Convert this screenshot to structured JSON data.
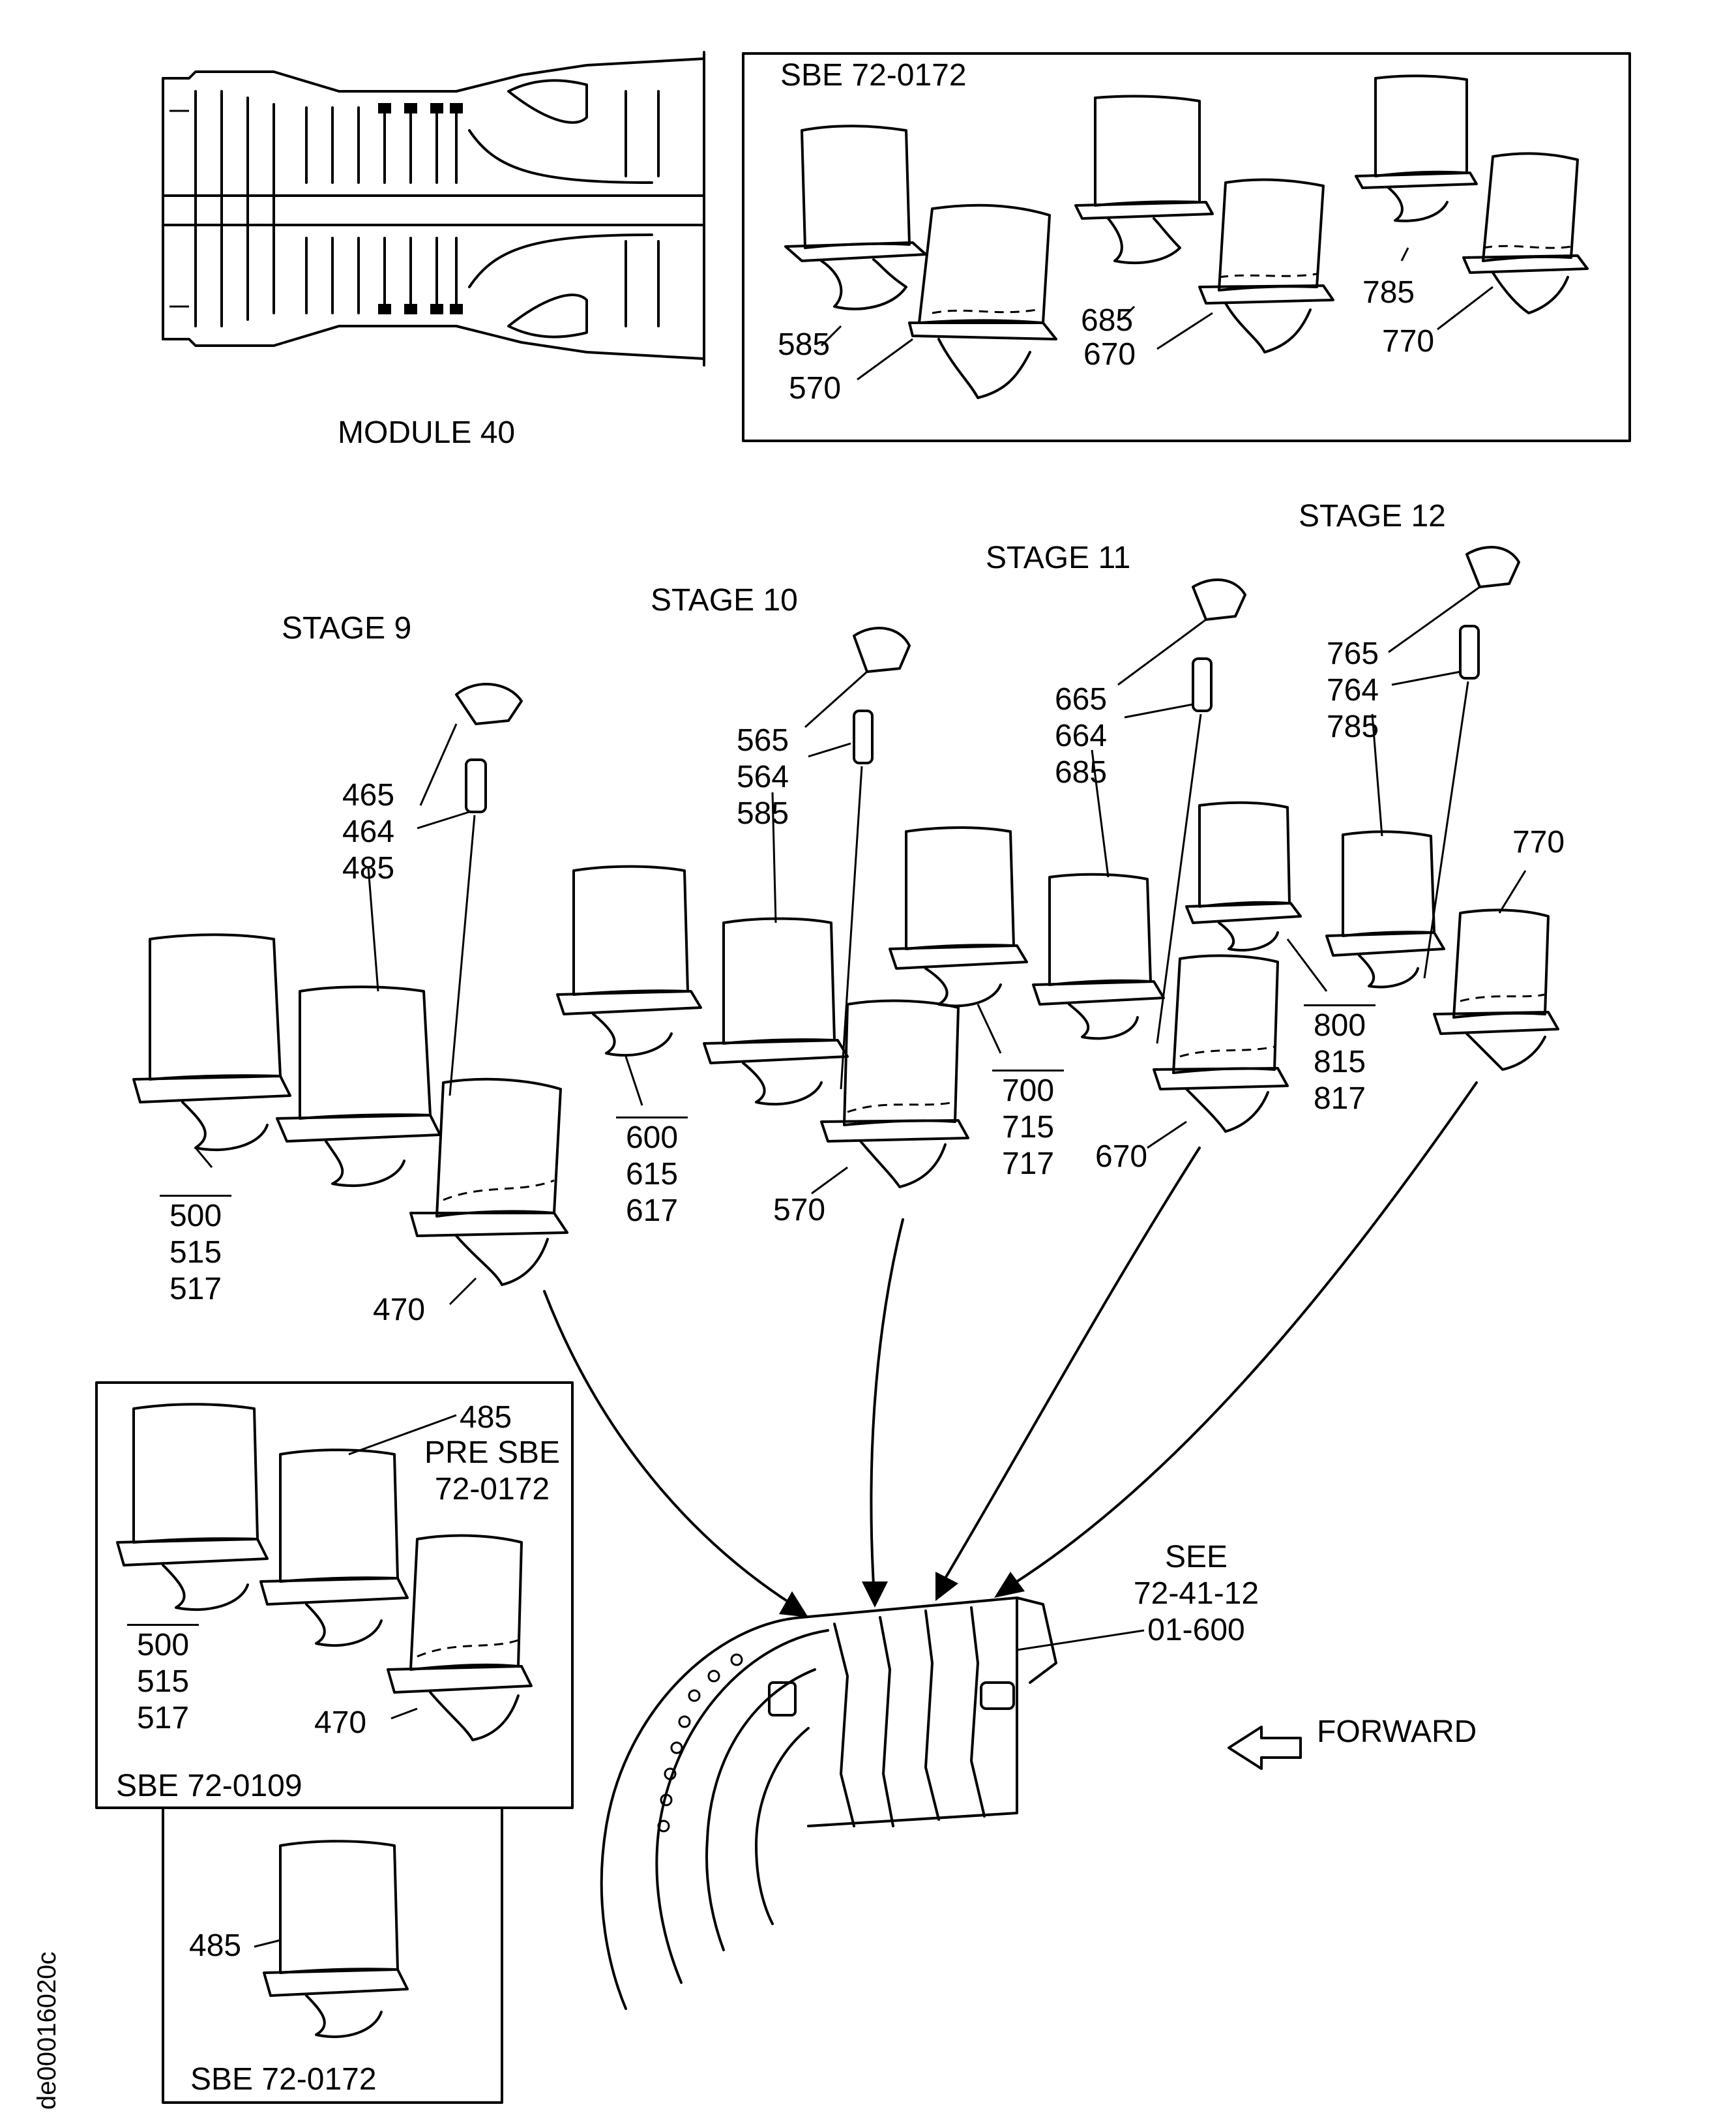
{
  "module": {
    "caption": "MODULE 40"
  },
  "sbe_top": {
    "title": "SBE 72-0172",
    "labels": [
      "585",
      "570",
      "685",
      "670",
      "785",
      "770"
    ]
  },
  "stages": [
    {
      "name": "STAGE 9",
      "hardware": [
        "465",
        "464",
        "485"
      ],
      "blade_a": [
        "500",
        "515",
        "517"
      ],
      "blade_b": "470"
    },
    {
      "name": "STAGE 10",
      "hardware": [
        "565",
        "564",
        "585"
      ],
      "blade_a": [
        "600",
        "615",
        "617"
      ],
      "blade_b": "570"
    },
    {
      "name": "STAGE 11",
      "hardware": [
        "665",
        "664",
        "685"
      ],
      "blade_a": [
        "700",
        "715",
        "717"
      ],
      "blade_b": "670"
    },
    {
      "name": "STAGE 12",
      "hardware": [
        "765",
        "764",
        "785"
      ],
      "blade_a": [
        "800",
        "815",
        "817"
      ],
      "blade_b": "770"
    }
  ],
  "see_ref": [
    "SEE",
    "72-41-12",
    "01-600"
  ],
  "forward_label": "FORWARD",
  "sbe_0109": {
    "title": "SBE 72-0109",
    "label_485": "485",
    "pre_sbe": [
      "PRE SBE",
      "72-0172"
    ],
    "blade_a": [
      "500",
      "515",
      "517"
    ],
    "blade_b": "470"
  },
  "sbe_bottom": {
    "title": "SBE 72-0172",
    "label_485": "485"
  },
  "figure_id": "de00016020c"
}
